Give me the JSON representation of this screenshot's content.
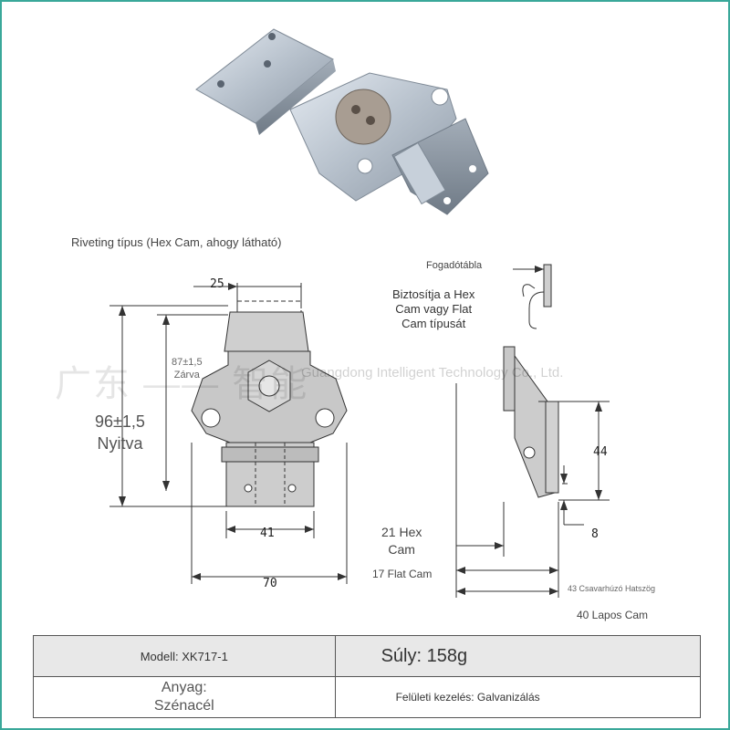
{
  "caption": "Riveting típus (Hex Cam, ahogy látható)",
  "watermark_cn": "广东 —— 智能",
  "watermark_en": "Guangdong Intelligent Technology Co., Ltd.",
  "front_view": {
    "dim_top": "25",
    "dim_closed_value": "87±1,5",
    "dim_closed_label": "Zárva",
    "dim_open_value": "96±1,5",
    "dim_open_label": "Nyitva",
    "dim_inner_width": "41",
    "dim_overall_width": "70"
  },
  "side_view": {
    "receiver_label": "Fogadótábla",
    "cam_note_line1": "Biztosítja a Hex",
    "cam_note_line2": "Cam vagy Flat",
    "cam_note_line3": "Cam típusát",
    "dim_height": "44",
    "dim_small": "8",
    "hex_cam_line1": "21 Hex",
    "hex_cam_line2": "Cam",
    "flat_cam": "17 Flat Cam",
    "hex_screwdriver": "43 Csavarhúzó Hatszög",
    "flat_cam_40": "40 Lapos Cam"
  },
  "specs": {
    "model": "Modell: XK717-1",
    "weight": "Súly: 158g",
    "material_line1": "Anyag:",
    "material_line2": "Szénacél",
    "surface": "Felületi kezelés: Galvanizálás"
  },
  "colors": {
    "border": "#3aa89a",
    "table_header_bg": "#e8e8e8",
    "metal": "#b9c2cc",
    "drawing_fill": "#c8c8c8"
  }
}
